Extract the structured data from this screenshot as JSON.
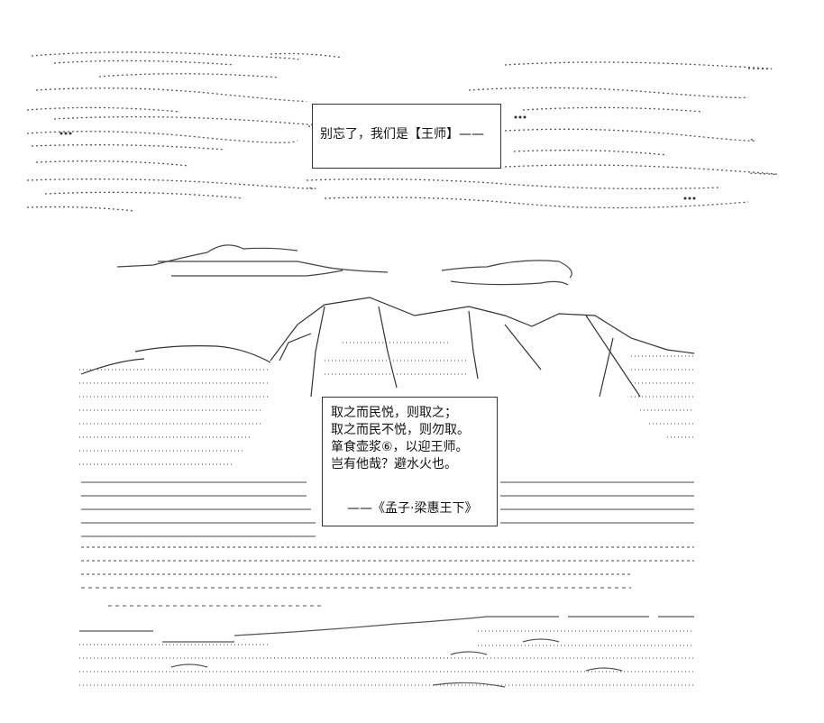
{
  "caption_top": "别忘了，我们是【王师】——",
  "quote": {
    "lines": [
      "取之而民悦，则取之；",
      "取之而民不悦，则勿取。",
      "",
      "箪食壶浆⑥，以迎王师。",
      "岂有他哉？避水火也。"
    ],
    "citation": "——《孟子·梁惠王下》"
  }
}
